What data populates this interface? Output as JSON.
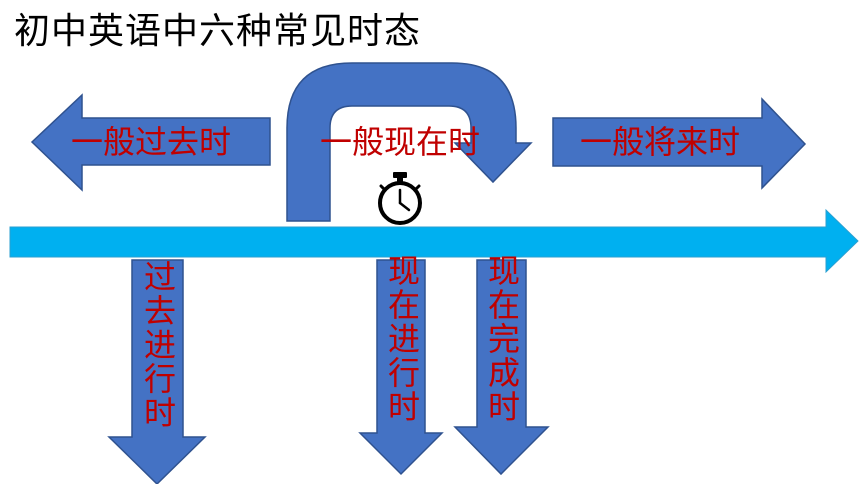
{
  "title": "初中英语中六种常见时态",
  "arrows": {
    "past_simple": "一般过去时",
    "present_simple": "一般现在时",
    "future_simple": "一般将来时",
    "past_continuous": "过去进行时",
    "present_continuous": "现在进行时",
    "present_perfect": "现在完成时"
  },
  "icons": {
    "now": "stopwatch-icon"
  },
  "colors": {
    "timeline": "#00b0f0",
    "arrow_fill": "#4472c4",
    "arrow_stroke": "#2f528f",
    "label_text": "#c00000"
  }
}
